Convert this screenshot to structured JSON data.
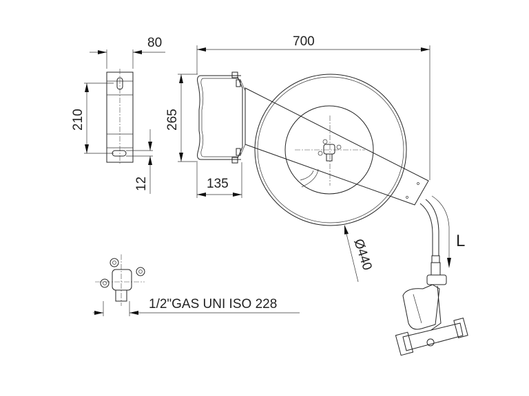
{
  "drawing": {
    "dimensions": {
      "overall_width": "700",
      "plate_width": "80",
      "hole_spacing": "210",
      "slot_offset": "12",
      "bracket_height": "265",
      "bracket_depth": "135",
      "drum_diameter": "Ø440",
      "hose_length": "L"
    },
    "connection_label": "1/2\"GAS UNI ISO 228"
  }
}
